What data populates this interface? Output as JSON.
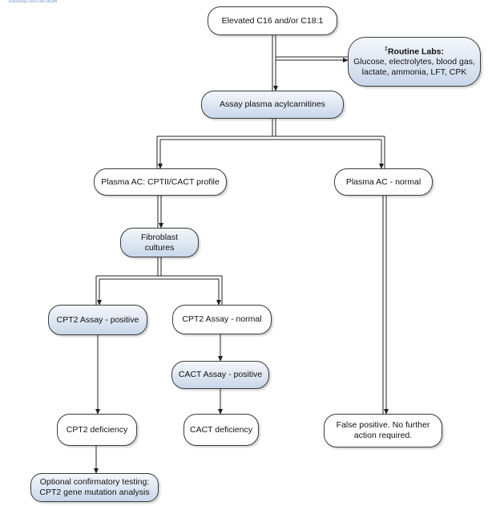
{
  "header": {
    "logo_tagline": "Translating Genes Into Health"
  },
  "nodes": {
    "elevated": "Elevated C16 and/or C18:1",
    "routine_marker": "‡",
    "routine_title": "Routine Labs:",
    "routine_line1": "Glucose, electrolytes, blood gas,",
    "routine_line2": "lactate, ammonia, LFT, CPK",
    "assay": "Assay plasma acylcarnitines",
    "ac_profile": "Plasma AC: CPTII/CACT profile",
    "ac_normal": "Plasma AC - normal",
    "fibroblast": "Fibroblast cultures",
    "cpt2_positive": "CPT2 Assay - positive",
    "cpt2_normal": "CPT2 Assay - normal",
    "cact_positive": "CACT Assay - positive",
    "cpt2_deficiency": "CPT2 deficiency",
    "cact_deficiency": "CACT deficiency",
    "false_line1": "False positive.  No further",
    "false_line2": "action required.",
    "optional_line1": "Optional confirmatory testing:",
    "optional_line2": "CPT2 gene mutation analysis"
  }
}
